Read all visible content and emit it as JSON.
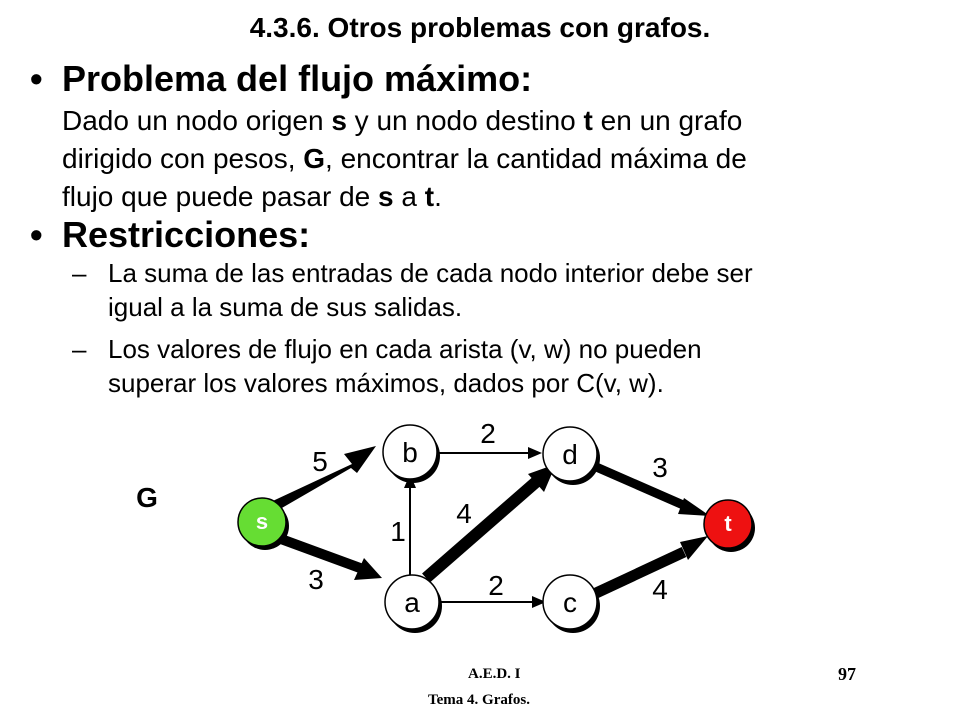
{
  "slide": {
    "title": "4.3.6. Otros problemas con grafos.",
    "bullet1": {
      "marker": "•",
      "heading": "Problema del flujo máximo:",
      "line1": [
        "Dado un nodo origen ",
        "s",
        " y un nodo destino ",
        "t",
        " en un grafo"
      ],
      "line2": [
        "dirigido con pesos, ",
        "G",
        ", encontrar la cantidad máxima de"
      ],
      "line3": [
        "flujo que puede pasar de ",
        "s",
        " a ",
        "t",
        "."
      ]
    },
    "bullet2": {
      "marker": "•",
      "heading": "Restricciones:",
      "items": [
        {
          "dash": "–",
          "line1": "La suma de las entradas de cada nodo interior debe ser",
          "line2": "igual a la suma de sus salidas."
        },
        {
          "dash": "–",
          "line1": "Los valores de flujo en cada arista (v, w) no pueden",
          "line2": "superar los valores máximos, dados por C(v, w)."
        }
      ]
    },
    "graph": {
      "label": "G",
      "nodes": {
        "s": {
          "label": "s",
          "color": "#66dd33"
        },
        "t": {
          "label": "t",
          "color": "#ee1111"
        },
        "a": {
          "label": "a",
          "color": "#ffffff"
        },
        "b": {
          "label": "b",
          "color": "#ffffff"
        },
        "c": {
          "label": "c",
          "color": "#ffffff"
        },
        "d": {
          "label": "d",
          "color": "#ffffff"
        }
      },
      "edges": [
        {
          "from": "s",
          "to": "b",
          "capacity": "5"
        },
        {
          "from": "s",
          "to": "a",
          "capacity": "3"
        },
        {
          "from": "a",
          "to": "b",
          "capacity": "1"
        },
        {
          "from": "a",
          "to": "d",
          "capacity": "4"
        },
        {
          "from": "a",
          "to": "c",
          "capacity": "2"
        },
        {
          "from": "b",
          "to": "d",
          "capacity": "2"
        },
        {
          "from": "d",
          "to": "t",
          "capacity": "3"
        },
        {
          "from": "c",
          "to": "t",
          "capacity": "4"
        }
      ]
    },
    "footer": {
      "left1": "A.E.D. I",
      "left2": "Tema 4. Grafos.",
      "page": "97"
    }
  }
}
